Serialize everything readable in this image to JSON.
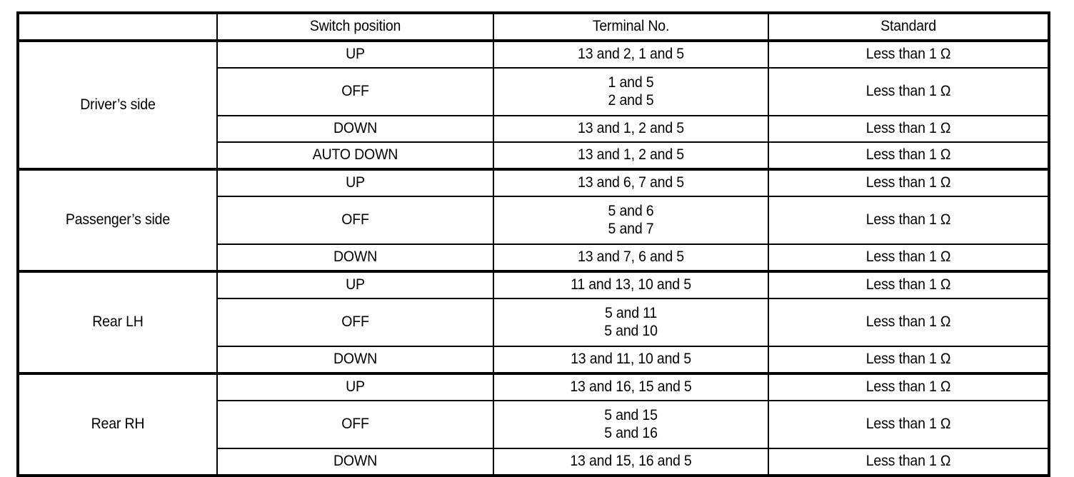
{
  "table": {
    "headers": [
      "",
      "Switch position",
      "Terminal No.",
      "Standard"
    ],
    "standard_value": "Less than 1 Ω",
    "sections": [
      {
        "group": "Driver’s side",
        "rows": [
          {
            "switch_position": "UP",
            "terminal": "13 and 2, 1 and 5",
            "standard": "Less than 1 Ω",
            "two_line": false
          },
          {
            "switch_position": "OFF",
            "terminal_line1": "1 and 5",
            "terminal_line2": "2 and 5",
            "standard": "Less than 1 Ω",
            "two_line": true
          },
          {
            "switch_position": "DOWN",
            "terminal": "13 and 1, 2 and 5",
            "standard": "Less than 1 Ω",
            "two_line": false
          },
          {
            "switch_position": "AUTO DOWN",
            "terminal": "13 and 1, 2 and 5",
            "standard": "Less than 1 Ω",
            "two_line": false
          }
        ]
      },
      {
        "group": "Passenger’s side",
        "rows": [
          {
            "switch_position": "UP",
            "terminal": "13 and 6, 7 and 5",
            "standard": "Less than 1 Ω",
            "two_line": false
          },
          {
            "switch_position": "OFF",
            "terminal_line1": "5 and 6",
            "terminal_line2": "5 and 7",
            "standard": "Less than 1 Ω",
            "two_line": true
          },
          {
            "switch_position": "DOWN",
            "terminal": "13 and 7, 6 and 5",
            "standard": "Less than 1 Ω",
            "two_line": false
          }
        ]
      },
      {
        "group": "Rear LH",
        "rows": [
          {
            "switch_position": "UP",
            "terminal": "11 and 13, 10 and 5",
            "standard": "Less than 1 Ω",
            "two_line": false
          },
          {
            "switch_position": "OFF",
            "terminal_line1": "5 and 11",
            "terminal_line2": "5 and 10",
            "standard": "Less than 1 Ω",
            "two_line": true
          },
          {
            "switch_position": "DOWN",
            "terminal": "13 and 11, 10 and 5",
            "standard": "Less than 1 Ω",
            "two_line": false
          }
        ]
      },
      {
        "group": "Rear RH",
        "rows": [
          {
            "switch_position": "UP",
            "terminal": "13 and 16, 15 and 5",
            "standard": "Less than 1 Ω",
            "two_line": false
          },
          {
            "switch_position": "OFF",
            "terminal_line1": "5 and 15",
            "terminal_line2": "5 and 16",
            "standard": "Less than 1 Ω",
            "two_line": true
          },
          {
            "switch_position": "DOWN",
            "terminal": "13 and 15, 16 and 5",
            "standard": "Less than 1 Ω",
            "two_line": false
          }
        ]
      }
    ]
  }
}
